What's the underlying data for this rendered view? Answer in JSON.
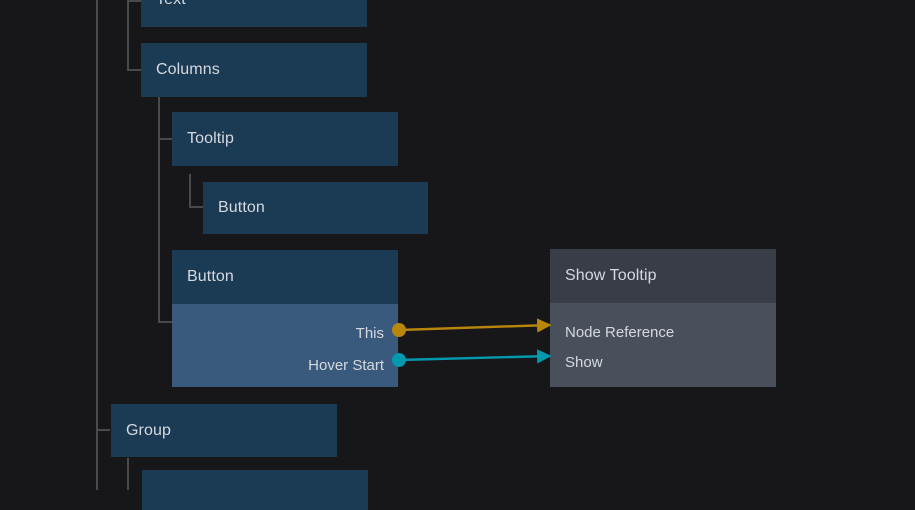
{
  "canvas": {
    "background": "#171719",
    "tree_line_color": "#4a4a4c"
  },
  "palette": {
    "node_blue_header": "#1b3a54",
    "node_blue_body": "#3a5a7d",
    "node_gray_header": "#383d48",
    "node_gray_body": "#4a4f5c",
    "text": "#d5d9de",
    "edge_reference": "#b8860b",
    "edge_event": "#0099ad"
  },
  "nodes": {
    "text": {
      "label": "Text"
    },
    "columns": {
      "label": "Columns"
    },
    "tooltip": {
      "label": "Tooltip"
    },
    "tooltip_button": {
      "label": "Button"
    },
    "button": {
      "label": "Button",
      "outputs": [
        {
          "name": "This",
          "type": "reference",
          "color": "#b8860b"
        },
        {
          "name": "Hover Start",
          "type": "event",
          "color": "#0099ad"
        }
      ]
    },
    "show_tooltip": {
      "label": "Show Tooltip",
      "inputs": [
        {
          "name": "Node Reference",
          "type": "reference",
          "color": "#b8860b"
        },
        {
          "name": "Show",
          "type": "event",
          "color": "#0099ad"
        }
      ]
    },
    "group": {
      "label": "Group"
    },
    "group_child": {
      "label": ""
    }
  },
  "edges": [
    {
      "from": "button.This",
      "to": "show_tooltip.Node Reference",
      "color": "#b8860b"
    },
    {
      "from": "button.Hover Start",
      "to": "show_tooltip.Show",
      "color": "#0099ad"
    }
  ]
}
